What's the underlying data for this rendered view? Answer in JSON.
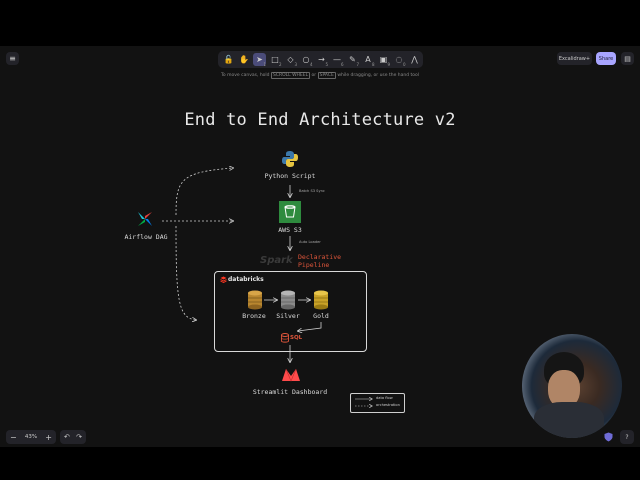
{
  "toolbar": {
    "tools": [
      {
        "name": "lock-icon",
        "glyph": "🔓",
        "key": ""
      },
      {
        "name": "hand-icon",
        "glyph": "✋",
        "key": ""
      },
      {
        "name": "selection-icon",
        "glyph": "➤",
        "key": "1"
      },
      {
        "name": "rectangle-icon",
        "glyph": "□",
        "key": "2"
      },
      {
        "name": "diamond-icon",
        "glyph": "◇",
        "key": "3"
      },
      {
        "name": "ellipse-icon",
        "glyph": "○",
        "key": "4"
      },
      {
        "name": "arrow-icon",
        "glyph": "→",
        "key": "5"
      },
      {
        "name": "line-icon",
        "glyph": "—",
        "key": "6"
      },
      {
        "name": "draw-icon",
        "glyph": "✎",
        "key": "7"
      },
      {
        "name": "text-icon",
        "glyph": "A",
        "key": "8"
      },
      {
        "name": "image-icon",
        "glyph": "▣",
        "key": "9"
      },
      {
        "name": "eraser-icon",
        "glyph": "◌",
        "key": "0"
      },
      {
        "name": "more-tools-icon",
        "glyph": "⋀",
        "key": ""
      }
    ],
    "hint_pre": "To move canvas, hold",
    "hint_key1": "SCROLL WHEEL",
    "hint_mid": "or",
    "hint_key2": "SPACE",
    "hint_post": "while dragging, or use the hand tool"
  },
  "header": {
    "menu_icon": "≡",
    "excalidraw_label": "Excalidraw+",
    "share_label": "Share",
    "library_icon": "▤"
  },
  "diagram": {
    "title": "End to End Architecture v2",
    "python_label": "Python Script",
    "aws_label": "AWS S3",
    "airflow_label": "Airflow DAG",
    "edge_python_s3": "Batch S3 Sync",
    "edge_s3_spark": "Auto Loader",
    "spark_label": "Spark",
    "pipeline_label_1": "Declarative",
    "pipeline_label_2": "Pipeline",
    "databricks_label": "databricks",
    "bronze_label": "Bronze",
    "silver_label": "Silver",
    "gold_label": "Gold",
    "sql_label": "SQL",
    "streamlit_label": "Streamlit Dashboard",
    "legend_data_flow": "data flow",
    "legend_orchestration": "orchestration"
  },
  "footer": {
    "zoom_out": "−",
    "zoom_level": "43%",
    "zoom_in": "+",
    "undo": "↶",
    "redo": "↷",
    "help": "?"
  },
  "colors": {
    "accent": "#a8a5ff",
    "bronze": "#b8862f",
    "silver": "#8a8a8a",
    "gold": "#c9a227",
    "aws": "#2e8b3e",
    "spark_red": "#e0563b",
    "streamlit": "#ff4b4b"
  }
}
